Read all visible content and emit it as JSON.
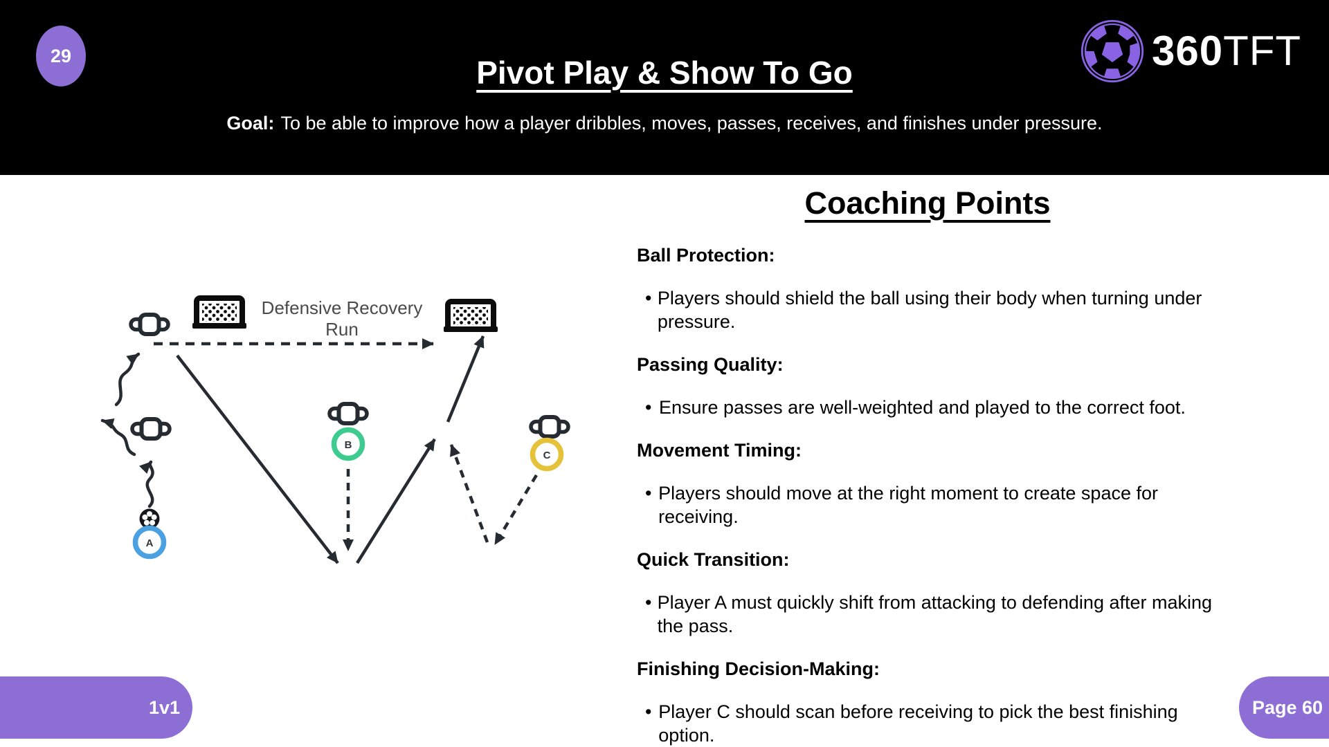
{
  "page": {
    "number_badge": "29",
    "title": "Pivot Play & Show To Go",
    "goal_label": "Goal:",
    "goal_text": "To be able to improve how a player dribbles, moves, passes, receives, and finishes under pressure.",
    "footer_left": "1v1",
    "footer_right": "Page 60"
  },
  "logo": {
    "icon": "soccer-ball-icon",
    "number": "360",
    "suffix": "TFT"
  },
  "coaching": {
    "heading": "Coaching Points",
    "bullet_glyph": "•",
    "sections": [
      {
        "heading": "Ball Protection:",
        "bullet": "Players should shield the ball using their body when turning under pressure."
      },
      {
        "heading": "Passing Quality:",
        "bullet": "Ensure passes are well-weighted and played to the correct foot."
      },
      {
        "heading": "Movement Timing:",
        "bullet": "Players should move at the right moment to create space for receiving."
      },
      {
        "heading": "Quick Transition:",
        "bullet": "Player A must quickly shift from attacking to defending after making the pass."
      },
      {
        "heading": "Finishing Decision-Making:",
        "bullet": "Player C should scan before receiving to pick the best finishing option."
      }
    ]
  },
  "diagram": {
    "label_line1": "Defensive Recovery",
    "label_line2": "Run",
    "players": [
      {
        "id": "A",
        "color": "#4aa0e0"
      },
      {
        "id": "B",
        "color": "#3dcb90"
      },
      {
        "id": "C",
        "color": "#e6c23a"
      }
    ],
    "icons": {
      "goal": "mini-goal-icon",
      "mannequin": "mannequin-icon",
      "ball": "soccer-ball-icon"
    }
  },
  "colors": {
    "accent": "#8c6ed4",
    "logo-purple": "#8a63e4",
    "header-bg": "#000000",
    "line": "#262a31",
    "label": "#4a4a4a",
    "player-a": "#4aa0e0",
    "player-b": "#3dcb90",
    "player-c": "#e6c23a"
  }
}
